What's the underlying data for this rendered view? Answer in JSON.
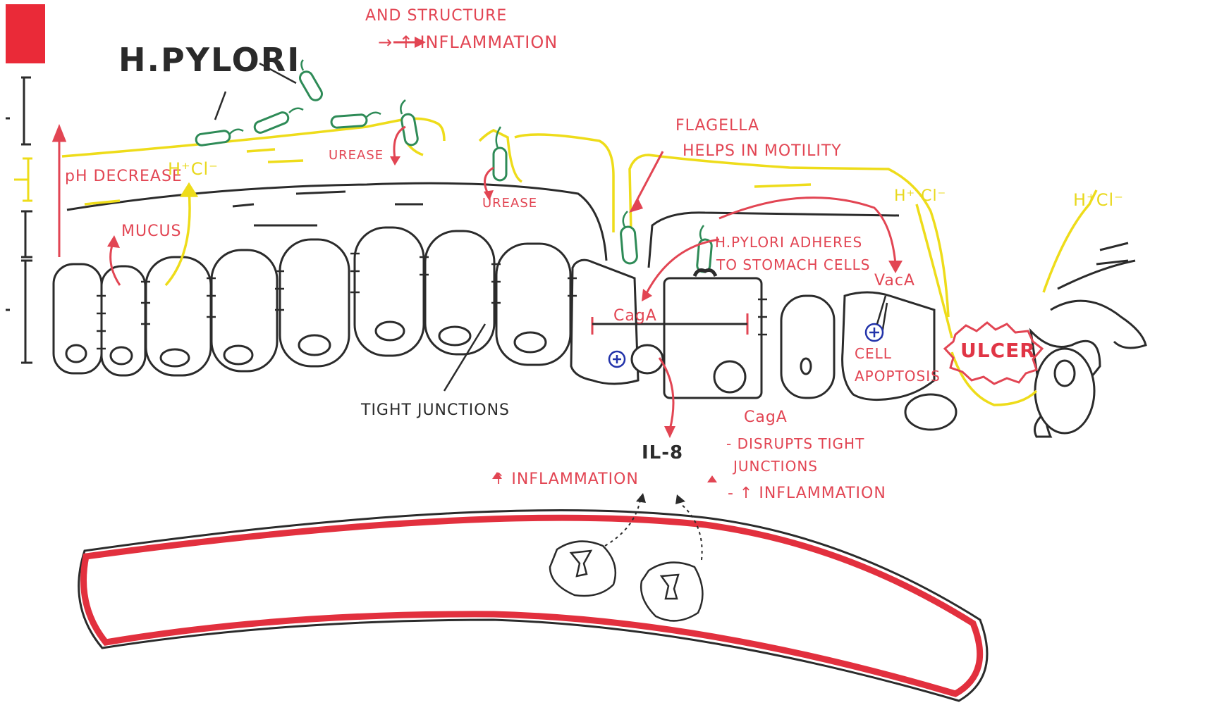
{
  "labels": {
    "top_text_1": "AND STRUCTURE",
    "top_text_2": "→ ↑ INFLAMMATION",
    "title": "H.PYLORI",
    "ph_decrease": "pH DECREASE",
    "hcl_left": "H⁺Cl⁻",
    "urease_1": "UREASE",
    "urease_2": "UREASE",
    "mucus": "MUCUS",
    "flagella_1": "FLAGELLA",
    "flagella_2": "HELPS IN MOTILITY",
    "adheres_1": "H.PYLORI ADHERES",
    "adheres_2": "TO STOMACH CELLS",
    "vaca": "VacA",
    "hcl_mid": "H⁺ Cl⁻",
    "hcl_right": "H⁺Cl⁻",
    "caga_cell": "CagA",
    "cell_apoptosis_1": "CELL",
    "cell_apoptosis_2": "APOPTOSIS",
    "ulcer": "ULCER",
    "tight_junctions": "TIGHT JUNCTIONS",
    "caga_desc_1": "CagA",
    "caga_desc_2": "- DISRUPTS TIGHT",
    "caga_desc_3": "JUNCTIONS",
    "caga_desc_4": "- ↑ INFLAMMATION",
    "il8": "IL-8",
    "inflammation_bottom": "↑ INFLAMMATION"
  },
  "colors": {
    "red": "#e24553",
    "yellow": "#eedc1a",
    "green": "#2e8b57",
    "black": "#2b2b2b",
    "blue": "#2233aa",
    "vessel_red": "#e2303e"
  }
}
